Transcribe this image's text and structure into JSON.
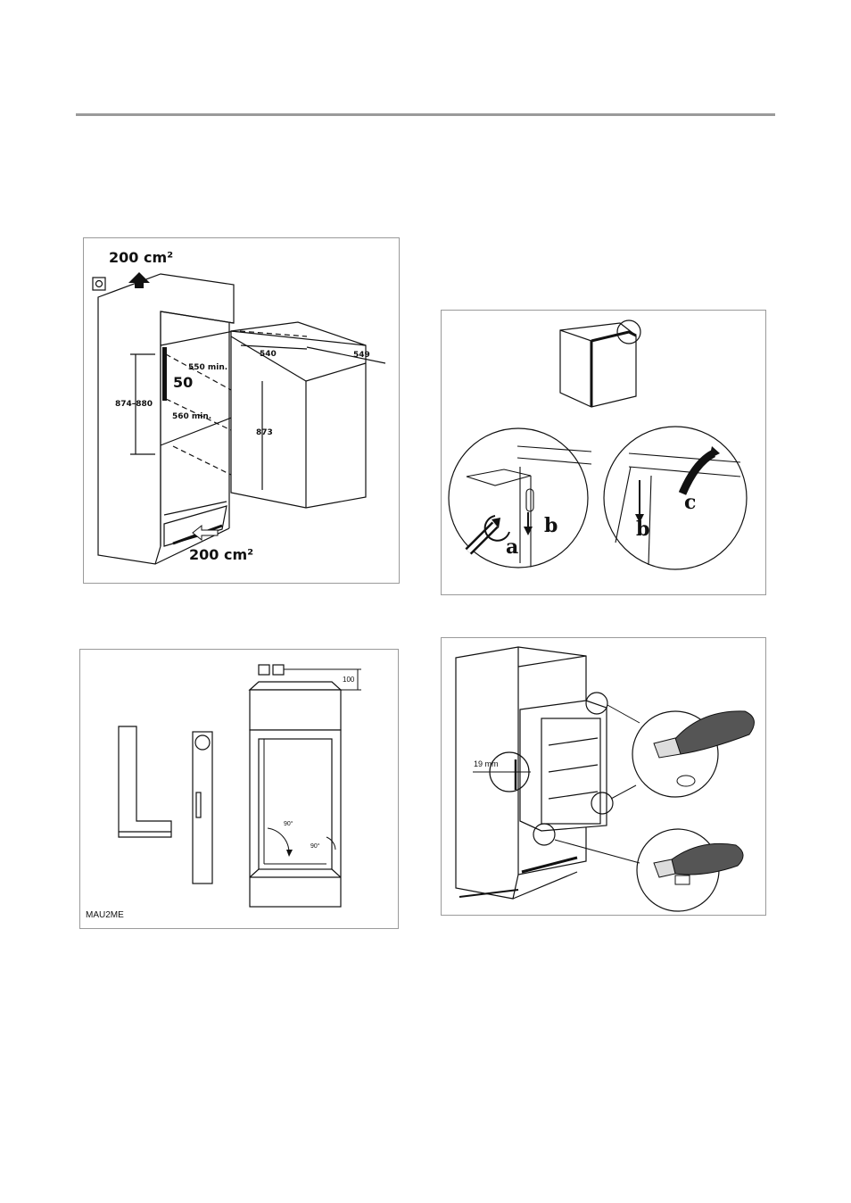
{
  "figure1": {
    "vent_top": "200 cm²",
    "vent_bottom": "200 cm²",
    "dim_height_range": "874–880",
    "dim_550": "550 min.",
    "dim_560": "560 min.",
    "dim_50": "50",
    "dim_540": "540",
    "dim_549": "549",
    "dim_873": "873"
  },
  "figure2": {
    "label_a": "a",
    "label_b_left": "b",
    "label_b_right": "b",
    "label_c": "c"
  },
  "figure3": {
    "dim_100": "100",
    "angle_left": "90°",
    "angle_right": "90°",
    "code": "MAU2ME"
  },
  "figure4": {
    "dim_19": "19 mm"
  }
}
